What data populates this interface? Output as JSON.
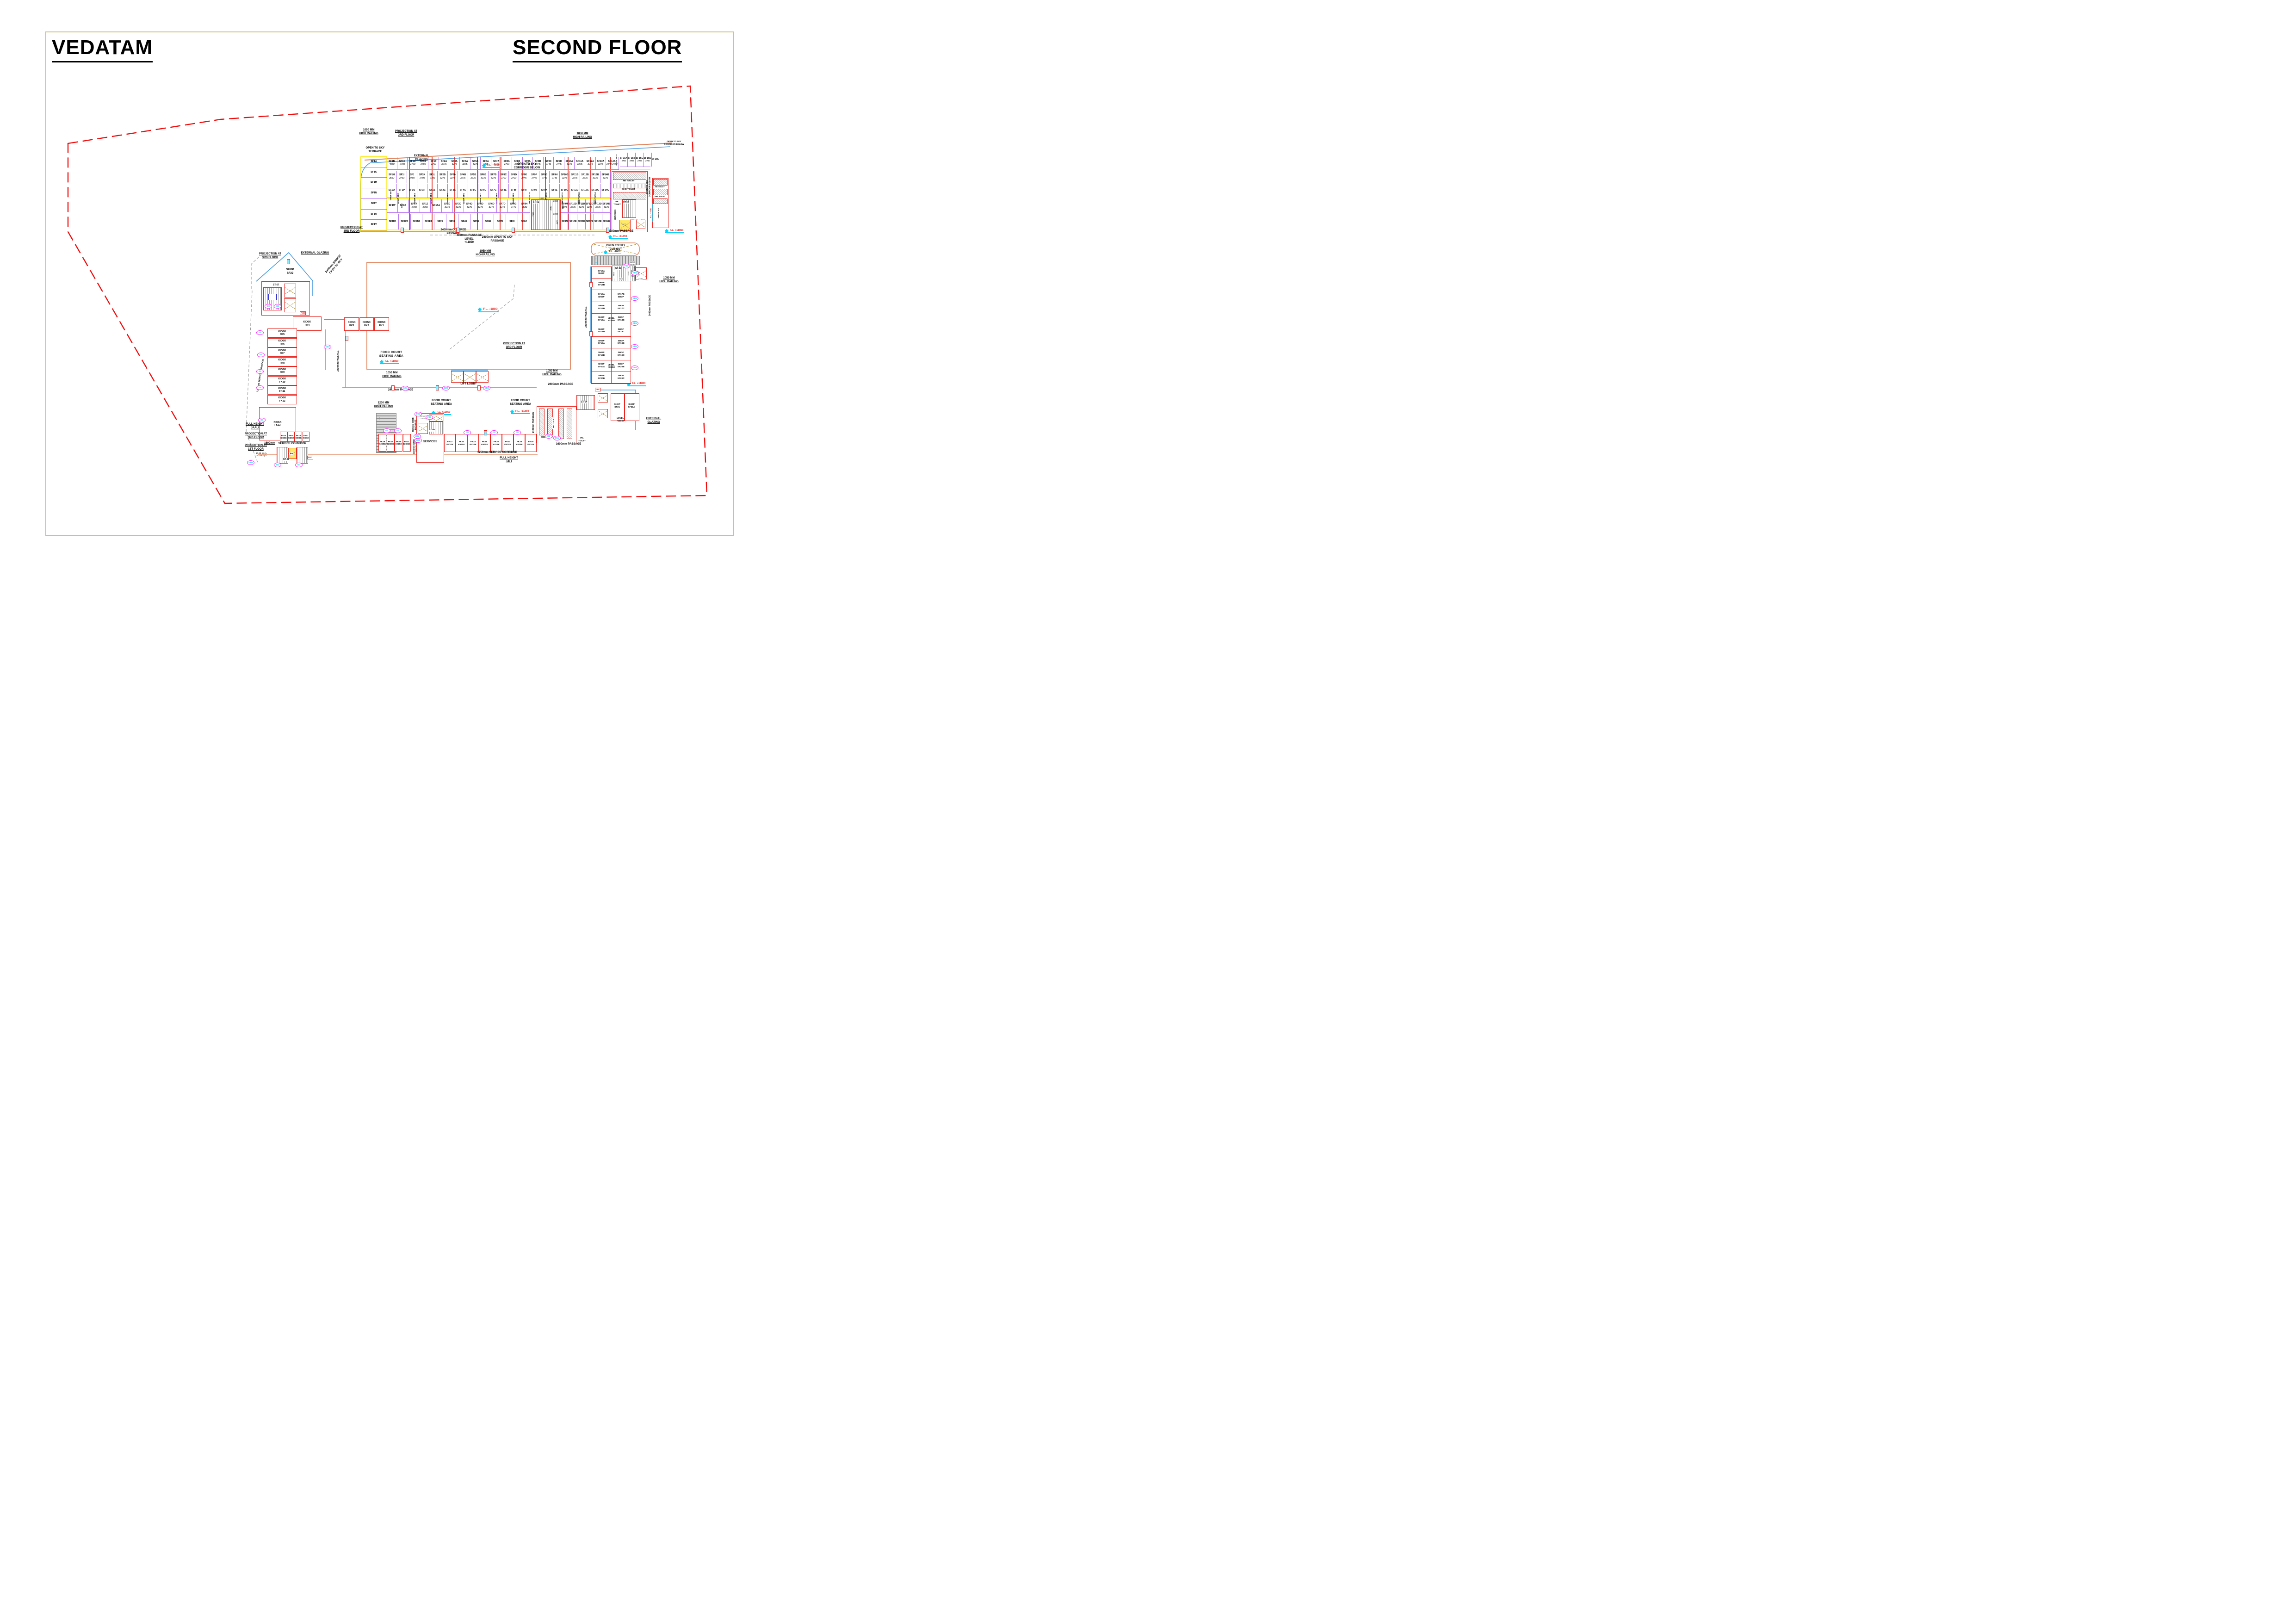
{
  "title": {
    "project": "VEDATAM",
    "sheet": "SECOND FLOOR"
  },
  "colors": {
    "wall": "#e8251f",
    "partition": "#b66ef0",
    "glazing": "#4a9de0",
    "yellow": "#ffe800",
    "boundary": "#f20d0d",
    "passage_line": "#e0855f",
    "cyan": "#00d5ff",
    "tag": "#ff1fff"
  },
  "top_block": {
    "left_column": [
      "SF1A",
      "SF1G",
      "SF1M",
      "SF1N",
      "SF1T",
      "SF1U",
      "SF1V"
    ],
    "row1": [
      {
        "n": "SF1B",
        "d": "4050"
      },
      {
        "n": "SF1C",
        "d": "2760"
      },
      {
        "n": "SF1D",
        "d": "2760"
      },
      {
        "n": "SF1E",
        "d": "2760"
      },
      {
        "n": "SF1F",
        "d": "2760"
      },
      {
        "n": "SF2A",
        "d": "3275"
      },
      {
        "n": "SF3A",
        "d": "3275"
      },
      {
        "n": "SF4A",
        "d": "3275"
      },
      {
        "n": "SF5A",
        "d": "3275"
      },
      {
        "n": "SF6A",
        "d": "3275"
      },
      {
        "n": "SF7A",
        "d": "3275"
      },
      {
        "n": "SF8A",
        "d": "2700"
      },
      {
        "n": "SF8B",
        "d": "2700"
      },
      {
        "n": "SF9A",
        "d": "2745"
      },
      {
        "n": "SF9B",
        "d": "2745"
      },
      {
        "n": "SF9C",
        "d": "2745"
      },
      {
        "n": "SF9D",
        "d": "2745"
      },
      {
        "n": "SF10A",
        "d": "3275"
      },
      {
        "n": "SF11A",
        "d": "3275"
      },
      {
        "n": "SF12A",
        "d": "3275"
      },
      {
        "n": "SF13A",
        "d": "3275"
      }
    ],
    "sf14a": {
      "n": "SF14A",
      "d": "2440 2440"
    },
    "row1r": [
      {
        "n": "SF15A",
        "d": "2700"
      },
      {
        "n": "SF15B",
        "d": "2700"
      },
      {
        "n": "SF15C",
        "d": "2700"
      },
      {
        "n": "SF15D",
        "d": "2700"
      },
      {
        "n": "SF15E",
        "d": ""
      }
    ],
    "row2": [
      {
        "n": "SF1H",
        "d": "2550"
      },
      {
        "n": "SF1I",
        "d": "2760"
      },
      {
        "n": "SFJ",
        "d": "2760"
      },
      {
        "n": "SF1K",
        "d": "2760"
      },
      {
        "n": "SF1L",
        "d": "2760"
      },
      {
        "n": "SF2B",
        "d": "3275"
      },
      {
        "n": "SF3b",
        "d": "3275"
      },
      {
        "n": "SF4B",
        "d": "3275"
      },
      {
        "n": "SF5B",
        "d": "3275"
      },
      {
        "n": "SF6B",
        "d": "3275"
      },
      {
        "n": "SF7B",
        "d": "3275"
      },
      {
        "n": "SF8C",
        "d": "2700"
      },
      {
        "n": "SF8D",
        "d": "2700"
      },
      {
        "n": "SF9E",
        "d": "2745"
      },
      {
        "n": "SF9F",
        "d": "2745"
      },
      {
        "n": "SF9G",
        "d": "2745"
      },
      {
        "n": "SF9H",
        "d": "2745"
      },
      {
        "n": "SF10B",
        "d": "3275"
      },
      {
        "n": "SF11B",
        "d": "3275"
      },
      {
        "n": "SF12B",
        "d": "3275"
      },
      {
        "n": "SF13B",
        "d": "3275"
      },
      {
        "n": "SF14B",
        "d": "3375"
      }
    ],
    "row3": [
      "SF1O",
      "SF1P",
      "SF1Q",
      "SF1R",
      "SF1S",
      "SF2C",
      "SF3C",
      "SF4C",
      "SF5C",
      "SF6C",
      "SF7C",
      "SF8E",
      "SF8F",
      "SF9I",
      "SF9J",
      "SF9K",
      "SF9L",
      "SF10C",
      "SF11C",
      "SF12C",
      "SF13C",
      "SF14C"
    ],
    "row4a": [
      {
        "n": "SF1W",
        "d": ""
      },
      {
        "n": "SF1X",
        "d": ""
      },
      {
        "n": "SF1Y",
        "d": "2760"
      },
      {
        "n": "SF1Z",
        "d": "2760"
      },
      {
        "n": "SF1A1",
        "d": ""
      },
      {
        "n": "SF2D",
        "d": "3275"
      },
      {
        "n": "SF3D",
        "d": "3275"
      },
      {
        "n": "SF4D",
        "d": "3275"
      },
      {
        "n": "SF5D",
        "d": "3275"
      },
      {
        "n": "SF6D",
        "d": "3275"
      },
      {
        "n": "SF7D",
        "d": "3275"
      },
      {
        "n": "SF8G",
        "d": "2770"
      },
      {
        "n": "SF8H",
        "d": "2530"
      }
    ],
    "row4b": [
      {
        "n": "SF9M",
        "d": "3075"
      },
      {
        "n": "SF10D",
        "d": "3275"
      },
      {
        "n": "SF11D",
        "d": "3275"
      },
      {
        "n": "SF12D",
        "d": "3275"
      },
      {
        "n": "SF13D",
        "d": "3275"
      },
      {
        "n": "SF14D",
        "d": "3375"
      }
    ],
    "row5a": [
      "SF1B1",
      "SF1C1",
      "SF1D1",
      "SF1E1",
      "SF2E",
      "SF3E",
      "SF4E",
      "SF5E",
      "SF6E",
      "SF7E",
      "SF8I",
      "SF8J"
    ],
    "row5b": [
      "SF9N",
      "SF10E",
      "SF11E",
      "SF12E",
      "SF13E",
      "SF14E"
    ],
    "shop_col_first": "SHOP SF1",
    "shop_cols_mid": [
      "SHOP SF2",
      "SHOP SF3",
      "SHOP SF4",
      "SHOP SF5",
      "SHOP SF6",
      "SHOP SF7",
      "SHOP SF8",
      "SHOP SF9",
      "SHOP SF10",
      "SHOP SF11",
      "SHOP SF12",
      "SHOP SF13",
      "SHOP SF14"
    ],
    "shop_col_last": "SHOP SF15",
    "stair1": {
      "label": "ST-01",
      "dims": [
        "4300",
        "2000",
        "3030",
        "2200",
        "7900",
        "4570"
      ]
    },
    "grid_dims": [
      "3410",
      "4385"
    ]
  },
  "toilet_core": {
    "he": "HE TOILET",
    "she": "SHE TOILET",
    "ph": "PH.\nTOILET",
    "stair": "ST-02",
    "services": "SERVICES",
    "fire_lobby": "FIRE LIFT LOBBY",
    "lift": "LIFT",
    "he2": "HE TOILET",
    "she2": "SHE TOILET",
    "services2": "SERVICES"
  },
  "top_ann": {
    "rail_tl": "1050 MM\nHIGH RAILING",
    "proj3": "PROJECTION AT\n3RD FLOOR",
    "ext": "EXTERNAL\nGLAZING",
    "terrace": "OPEN TO SKY\nTERRACE",
    "fl7350": "F.L. +7350",
    "osky": "OPEN TO SKY\nCORRIDOR BELOW",
    "rail_tr": "1050 MM\nHIGH RAILING",
    "osky_tr": "OPEN TO SKY\nCORRIDOR BELOW",
    "osky_r": "OPEN TO SKY\nCORRIDOR BELOW",
    "fl7350_r": "F.L. +7350",
    "proj3_l": "PROJECTION AT\n3RD FLOOR",
    "covered": "2400mm COVERED\nPASSAGE",
    "pass4800": "4800mm PASSAGE\nLEVEL\n+11850",
    "osky2400": "2400mm OPEN TO SKY\nPASSAGE",
    "rail_c": "1050 MM\nHIGH RAILING",
    "fl_edge": "F.L. +11850"
  },
  "sf22": {
    "proj": "PROJECTION AT\n3RD FLOOR",
    "ext": "EXTERNAL GLAZING",
    "bridge": "2400mm BRIDGE\nOPEN TO SKY",
    "shop": "SHOP\nSF22",
    "level": "LEVEL\n+11850",
    "stair": "ST-07",
    "fhc": "FHC"
  },
  "center": {
    "fl": "F.L. -1800",
    "lift_lobby": "LIFT LOBBY",
    "proj": "PROJECTION AT\n3RD FLOOR",
    "rail_l": "1050 MM\nHIGH RAILING",
    "rail_r": "1050 MM\nHIGH RAILING",
    "pass_l": "2400mm PASSAGE",
    "pass_r": "2400mm PASSAGE"
  },
  "left_wing": {
    "fk4": "KIOSK\nFK4",
    "kiosks_top": [
      "KIOSK\nFK3",
      "KIOSK\nFK2",
      "KIOSK\nFK1"
    ],
    "kiosks_left": [
      "KIOSK\nFK5",
      "KIOSK\nFK6",
      "KIOSK\nFK7",
      "KIOSK\nFK8",
      "KIOSK\nFK9",
      "KIOSK\nFK10",
      "KIOSK\nFK11",
      "KIOSK\nFK12"
    ],
    "fk13": "KIOSK\nFK13",
    "kiosks_small": [
      "FK14\nKIOSK",
      "FK15\nKIOSK",
      "FK16\nKIOSK",
      "FK17\nKIOSK"
    ],
    "food_court": "FOOD COURT\nSEATING AREA",
    "fl": "F.L. +11850",
    "service_corridor": "1250mm SERVICE CORRIDOR",
    "passage": "2400mm PASSAGE",
    "svc1600a": "1600mm",
    "svc1600b": "SERVICE CORRIDOR",
    "lift": "LIFT",
    "stair": "ST-06",
    "fhc": "FHC",
    "ca": "CA:\n10.28 sq.m.\n110.65 sq.ft."
  },
  "bl_ann": {
    "jaali": "FULL HEIGHT\nJAALI",
    "proj3": "PROJECTION AT\n3RD FLOOR",
    "proj1": "PROJECTION AT\n1ST FLOOR"
  },
  "bottom_wing": {
    "rail1200": "1200 MM\nHIGH RAILING",
    "kiosks_a": [
      "FK18\nKIOSK",
      "FK19\nKIOSK",
      "FK20\nKIOSK",
      "FK21\nKIOSK"
    ],
    "kiosks_b": [
      "FK22\nKIOSK",
      "FK23\nKIOSK",
      "FK24\nKIOSK",
      "FK25\nKIOSK",
      "FK26\nKIOSK",
      "FK27\nKIOSK",
      "FK28\nKIOSK",
      "FK29\nKIOSK"
    ],
    "wide2125": "2125mm WIDE\nPASSAGE",
    "wide2225": "2225mm WIDE\nPASSAGE",
    "fire_lobby": "FIRE LIFT\nLOBBY",
    "stair": "ST-05",
    "services": "SERVICES",
    "svc1250": "1250mm SERVICE CORRIDOR",
    "jali": "FULL HEIGHT\nJALI",
    "food_court": "FOOD COURT\nSEATING AREA",
    "fl": "F.L. +11850",
    "pass2400": "2400mm PASSAGE",
    "she": "SHE TOILET",
    "he": "HE TOILET",
    "ph": "PH.\nTOILET",
    "pass1600": "1600mm PASSAGE",
    "stair4": "ST-04",
    "fhc": "FHC",
    "pass2200": "2200mm PASSAGE",
    "fl2": "F.L. +11850",
    "sf21": "SHOP\nSF21",
    "sf21a": "SHOP\nSF21A",
    "level": "LEVEL\n+11850",
    "ext": "EXTERNAL\nGLAZING"
  },
  "right_wing": {
    "rows": [
      {
        "l": "SF16A\nSHOP",
        "m": "",
        "r": ""
      },
      {
        "l": "SHOP\nSF16B",
        "m": "",
        "r": ""
      },
      {
        "l": "SF17A\nSHOP",
        "m": "",
        "r": "SF17B\nSHOP"
      },
      {
        "l": "SHOP\nSF17D",
        "m": "",
        "r": "SHOP\nSF17C"
      },
      {
        "l": "SHOP\nSF18A",
        "m": "LEVEL\n+11850",
        "r": "SHOP\nSF18B"
      },
      {
        "l": "SHOP\nSF18D",
        "m": "",
        "r": "SHOP\nSF18C"
      },
      {
        "l": "SHOP\nSF19A",
        "m": "",
        "r": "SHOP\nSF19B"
      },
      {
        "l": "SHOP\nSF19D",
        "m": "",
        "r": "SHOP\nSF19C"
      },
      {
        "l": "SHOP\nSF20A",
        "m": "LEVEL\n+11850",
        "r": "SHOP\nSF20B"
      },
      {
        "l": "SHOP\nSF20D",
        "m": "",
        "r": "SHOP\nSF20C"
      }
    ],
    "stair3": {
      "label": "ST-03",
      "dims": [
        "6400",
        "6100",
        "2450",
        "1490",
        "780",
        "625",
        "2000",
        "3000",
        "2100",
        "1210"
      ]
    },
    "cutout": "OPEN TO SKY\nCUT-OUT",
    "cutout_fl": "F.L.  -1800",
    "pass2400l": "2400mm PASSAGE",
    "pass2400r": "2400mm PASSAGE",
    "rail": "1050 MM\nHIGH RAILING",
    "pass4600": "4600mm PASSAGE",
    "fl4600": "F.L. +11850"
  },
  "door_tags": [
    "D1",
    "D2a",
    "D2b",
    "D3",
    "D4",
    "FD1",
    "GD1",
    "GD3",
    "W1",
    "D1a"
  ]
}
